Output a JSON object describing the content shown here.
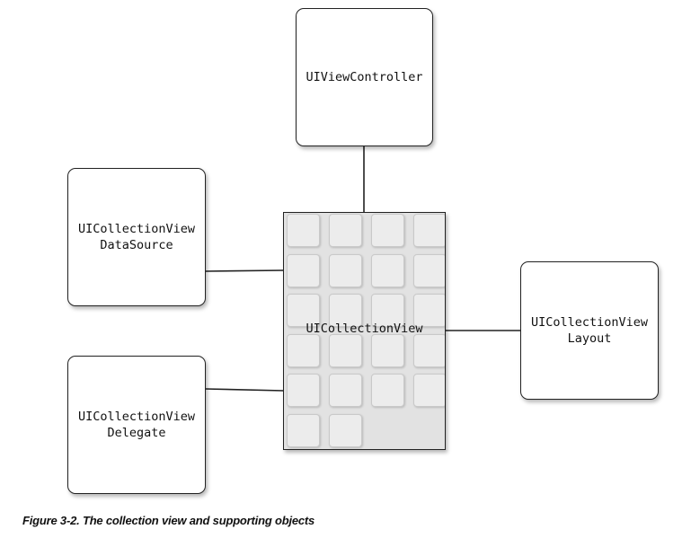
{
  "diagram": {
    "nodes": {
      "view_controller": "UIViewController",
      "data_source": "UICollectionView\nDataSource",
      "delegate": "UICollectionView\nDelegate",
      "collection_view": "UICollectionView",
      "layout": "UICollectionView\nLayout"
    },
    "edges": [
      {
        "from": "view_controller",
        "to": "collection_view"
      },
      {
        "from": "data_source",
        "to": "collection_view"
      },
      {
        "from": "delegate",
        "to": "collection_view"
      },
      {
        "from": "layout",
        "to": "collection_view"
      }
    ],
    "grid": {
      "rows": 6,
      "cols": 4,
      "filled_cells": 22
    }
  },
  "caption": "Figure 3-2.  The collection view and supporting objects"
}
